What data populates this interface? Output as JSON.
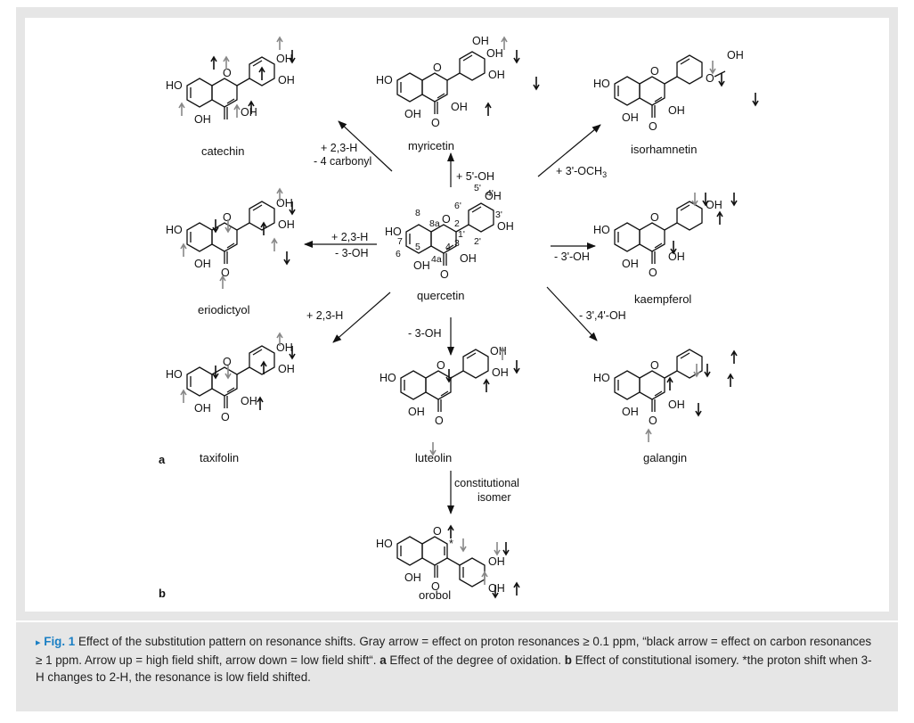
{
  "panel_letters": {
    "a": "a",
    "b": "b"
  },
  "atom": {
    "oh": "OH",
    "ho": "HO",
    "o": "O",
    "omethyl": "O"
  },
  "star": "*",
  "compounds": {
    "catechin": "catechin",
    "myricetin": "myricetin",
    "isorhamnetin": "isorhamnetin",
    "eriodictyol": "eriodictyol",
    "quercetin": "quercetin",
    "kaempferol": "kaempferol",
    "taxifolin": "taxifolin",
    "luteolin": "luteolin",
    "galangin": "galangin",
    "orobol": "orobol"
  },
  "ring_numbers": [
    "8",
    "8a",
    "2",
    "7",
    "1'",
    "3'",
    "4'",
    "5'",
    "6'",
    "2'",
    "6",
    "5",
    "4a",
    "4",
    "3"
  ],
  "transforms": {
    "to_catechin": [
      "+ 2,3-H",
      "- 4 carbonyl"
    ],
    "to_myricetin": "+ 5'-OH",
    "to_isorhamnetin": "+ 3'-OCH",
    "to_isorhamnetin_sub": "3",
    "to_eriodictyol": [
      "+ 2,3-H",
      "- 3-OH"
    ],
    "to_kaempferol": "- 3'-OH",
    "to_taxifolin": "+ 2,3-H",
    "to_luteolin": "- 3-OH",
    "to_galangin": "- 3',4'-OH",
    "to_orobol": [
      "constitutional",
      "isomer"
    ]
  },
  "caption": {
    "marker": "▸",
    "fig_label": "Fig. 1",
    "text1": "Effect of the substitution pattern on resonance shifts. Gray arrow = effect on proton resonances ≥ 0.1 ppm, “black arrow = effect on carbon resonances ≥ 1 ppm. Arrow up = high field shift, arrow down = low field shift“.",
    "a_label": "a",
    "a_text": "Effect of the degree of oxidation.",
    "b_label": "b",
    "b_text": "Effect of constitutional isomery. *the proton shift when 3-H changes to 2-H, the resonance is low field shifted."
  }
}
